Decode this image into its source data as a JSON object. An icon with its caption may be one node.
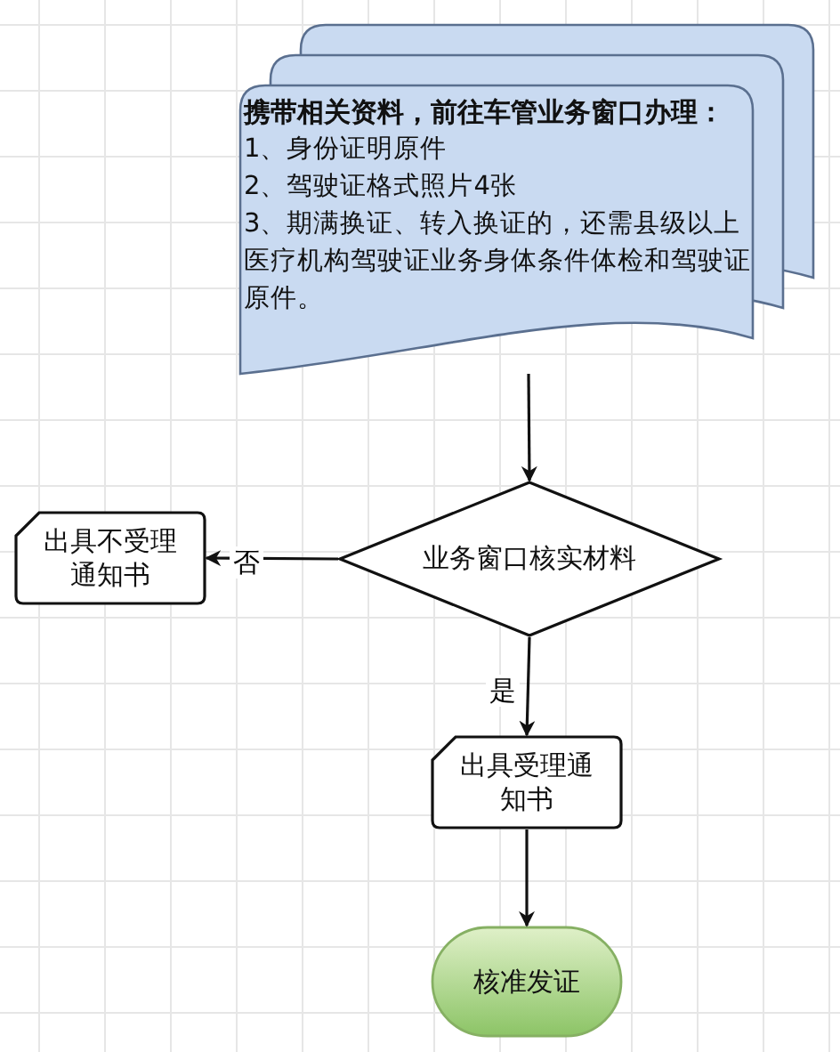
{
  "diagram": {
    "nodes": [
      {
        "text": [
          "携带相关资料，前往车管业务窗口办理：",
          "1、身份证明原件",
          "2、驾驶证格式照片4张",
          "3、期满换证、转入换证的，还需县级以上医疗机构驾驶证业务身体条件体检和驾驶证原件。"
        ]
      },
      {
        "text": [
          "业务窗口核实材料"
        ]
      },
      {
        "text": [
          "出具不受理通知书"
        ]
      },
      {
        "text": [
          "出具受理通知书"
        ]
      },
      {
        "text": [
          "核准发证"
        ]
      }
    ],
    "edges": [
      {
        "from": 0,
        "to": 1,
        "arrow": "to"
      },
      {
        "from": 1,
        "to": 2,
        "arrow": "to",
        "label": "否"
      },
      {
        "from": 1,
        "to": 3,
        "arrow": "to",
        "label": "是"
      },
      {
        "from": 3,
        "to": 4,
        "arrow": "to"
      }
    ]
  }
}
